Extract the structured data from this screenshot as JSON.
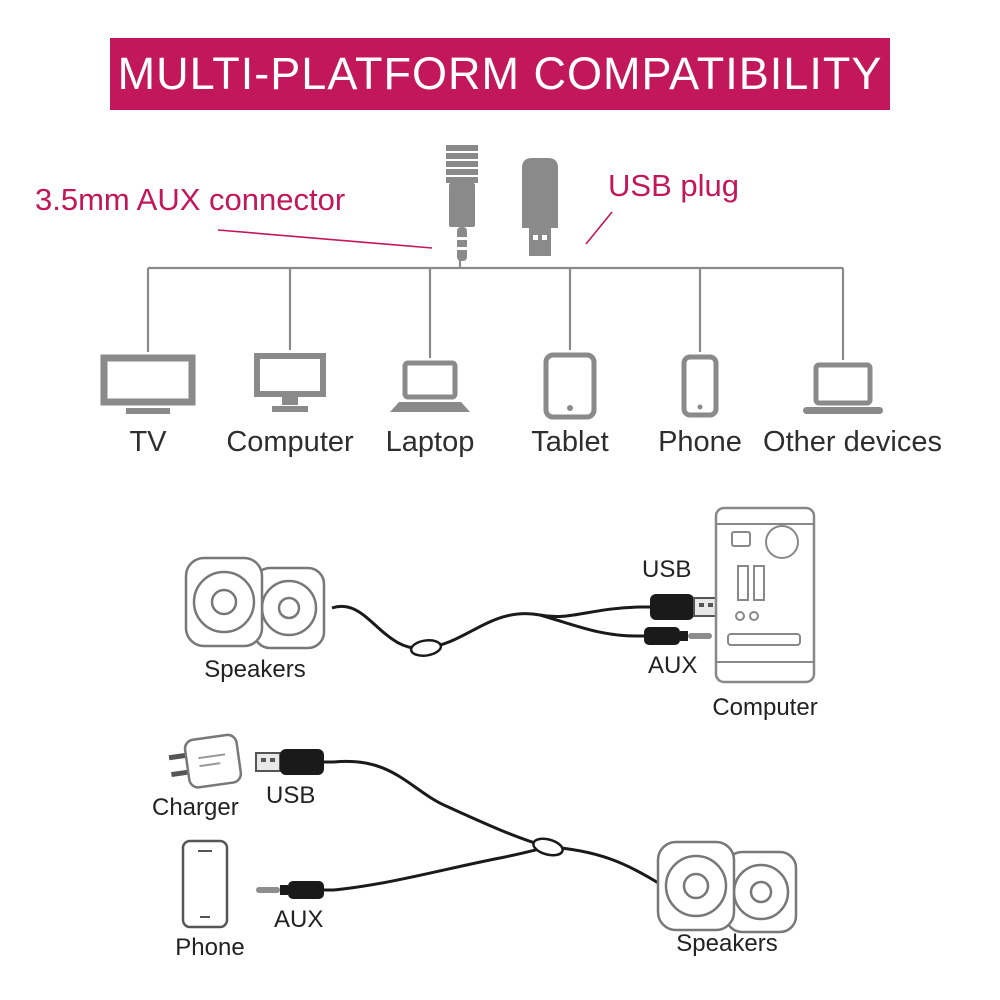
{
  "banner": {
    "title": "MULTI-PLATFORM COMPATIBILITY"
  },
  "colors": {
    "brand_magenta": "#c2185b",
    "icon_gray": "#8a8a8a",
    "line_art_gray": "#787878",
    "cable_black": "#1a1a1a",
    "text_dark": "#2e2e2e"
  },
  "annotations": {
    "aux_connector": "3.5mm AUX connector",
    "usb_plug": "USB plug"
  },
  "devices": [
    {
      "label": "TV"
    },
    {
      "label": "Computer"
    },
    {
      "label": "Laptop"
    },
    {
      "label": "Tablet"
    },
    {
      "label": "Phone"
    },
    {
      "label": "Other devices"
    }
  ],
  "computer_setup": {
    "speakers": "Speakers",
    "usb": "USB",
    "aux": "AUX",
    "computer": "Computer"
  },
  "mobile_setup": {
    "charger": "Charger",
    "usb": "USB",
    "phone": "Phone",
    "aux": "AUX",
    "speakers": "Speakers"
  }
}
